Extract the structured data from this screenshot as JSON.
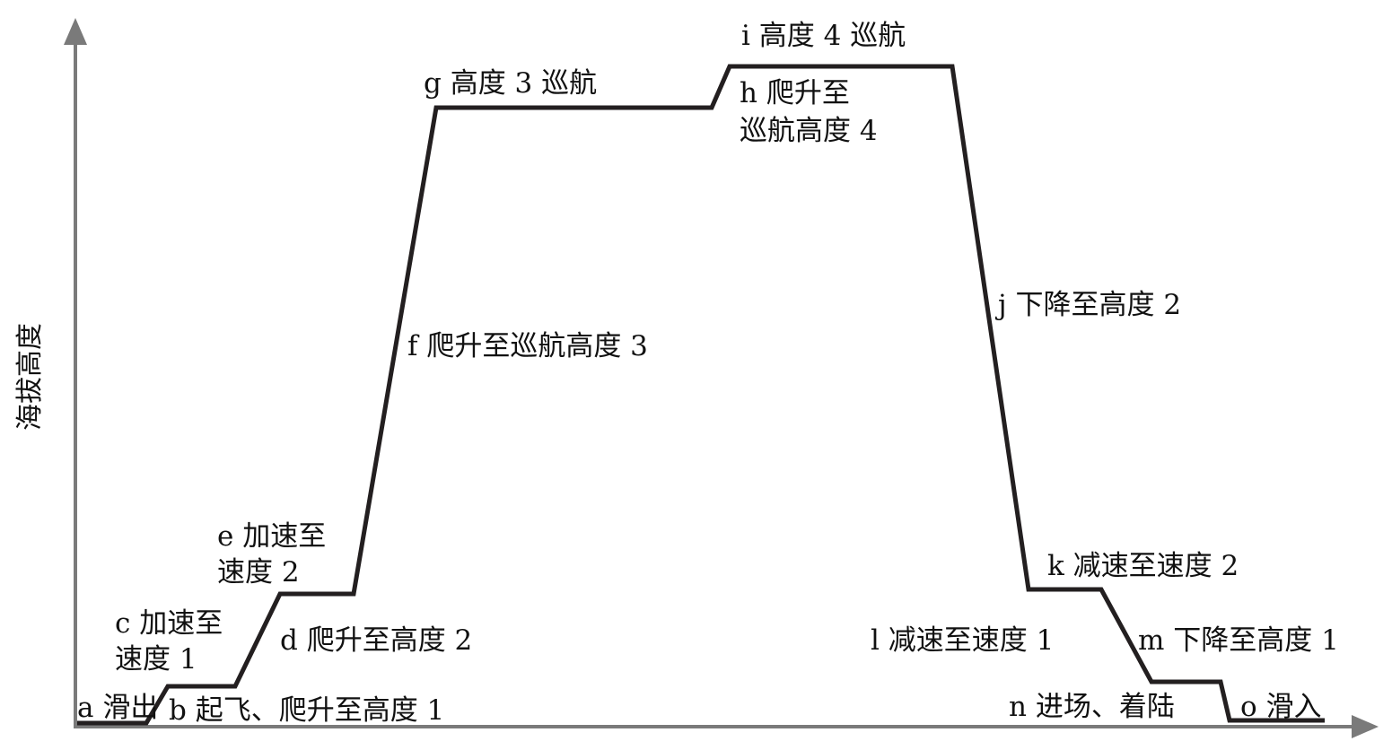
{
  "axes": {
    "y_label": "海拔高度",
    "axis_color": "#7a7a7a",
    "profile_color": "#231f20"
  },
  "phases": [
    {
      "id": "a",
      "text": "a 滑出"
    },
    {
      "id": "b",
      "text": "b 起飞、爬升至高度 1"
    },
    {
      "id": "c",
      "line1": "c 加速至",
      "line2": "速度 1"
    },
    {
      "id": "d",
      "text": "d 爬升至高度 2"
    },
    {
      "id": "e",
      "line1": "e 加速至",
      "line2": "速度 2"
    },
    {
      "id": "f",
      "text": "f 爬升至巡航高度 3"
    },
    {
      "id": "g",
      "text": "g 高度 3 巡航"
    },
    {
      "id": "h",
      "line1": "h 爬升至",
      "line2": "巡航高度 4"
    },
    {
      "id": "i",
      "text": "i 高度 4 巡航"
    },
    {
      "id": "j",
      "text": "j 下降至高度 2"
    },
    {
      "id": "k",
      "text": "k 减速至速度 2"
    },
    {
      "id": "l",
      "text": "l 减速至速度 1"
    },
    {
      "id": "m",
      "text": "m 下降至高度 1"
    },
    {
      "id": "n",
      "text": "n 进场、着陆"
    },
    {
      "id": "o",
      "text": "o 滑入"
    }
  ]
}
